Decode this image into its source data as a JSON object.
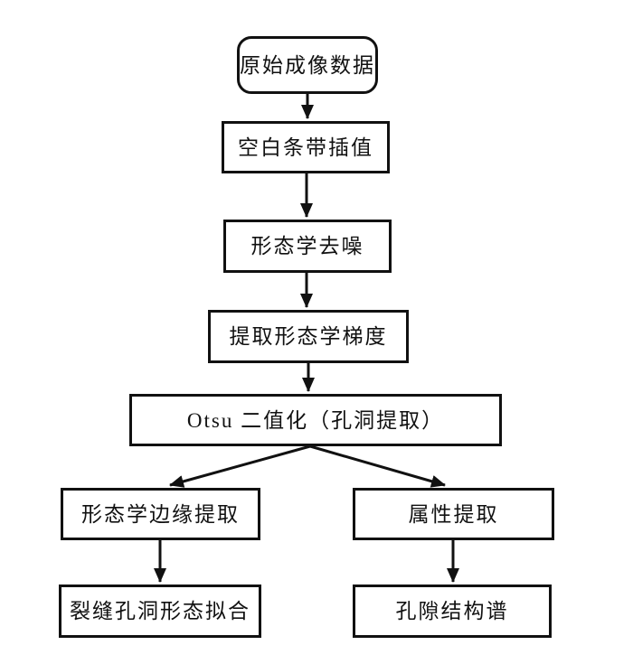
{
  "diagram": {
    "type": "flowchart",
    "background_color": "#ffffff",
    "line_color": "#111111",
    "text_color": "#111111",
    "nodes": [
      {
        "id": "raw-imaging-data",
        "label": "原始成像数据",
        "shape": "rounded-rectangle"
      },
      {
        "id": "blank-strip-interpolation",
        "label": "空白条带插值",
        "shape": "rectangle"
      },
      {
        "id": "morphological-denoising",
        "label": "形态学去噪",
        "shape": "rectangle"
      },
      {
        "id": "extract-morphological-gradient",
        "label": "提取形态学梯度",
        "shape": "rectangle"
      },
      {
        "id": "otsu-binarization",
        "label": "Otsu 二值化（孔洞提取）",
        "shape": "rectangle"
      },
      {
        "id": "morphological-edge-extraction",
        "label": "形态学边缘提取",
        "shape": "rectangle"
      },
      {
        "id": "attribute-extraction",
        "label": "属性提取",
        "shape": "rectangle"
      },
      {
        "id": "fracture-pore-shape-fitting",
        "label": "裂缝孔洞形态拟合",
        "shape": "rectangle"
      },
      {
        "id": "pore-structure-spectrum",
        "label": "孔隙结构谱",
        "shape": "rectangle"
      }
    ],
    "edges": [
      {
        "from": "raw-imaging-data",
        "to": "blank-strip-interpolation"
      },
      {
        "from": "blank-strip-interpolation",
        "to": "morphological-denoising"
      },
      {
        "from": "morphological-denoising",
        "to": "extract-morphological-gradient"
      },
      {
        "from": "extract-morphological-gradient",
        "to": "otsu-binarization"
      },
      {
        "from": "otsu-binarization",
        "to": "morphological-edge-extraction"
      },
      {
        "from": "otsu-binarization",
        "to": "attribute-extraction"
      },
      {
        "from": "morphological-edge-extraction",
        "to": "fracture-pore-shape-fitting"
      },
      {
        "from": "attribute-extraction",
        "to": "pore-structure-spectrum"
      }
    ]
  }
}
